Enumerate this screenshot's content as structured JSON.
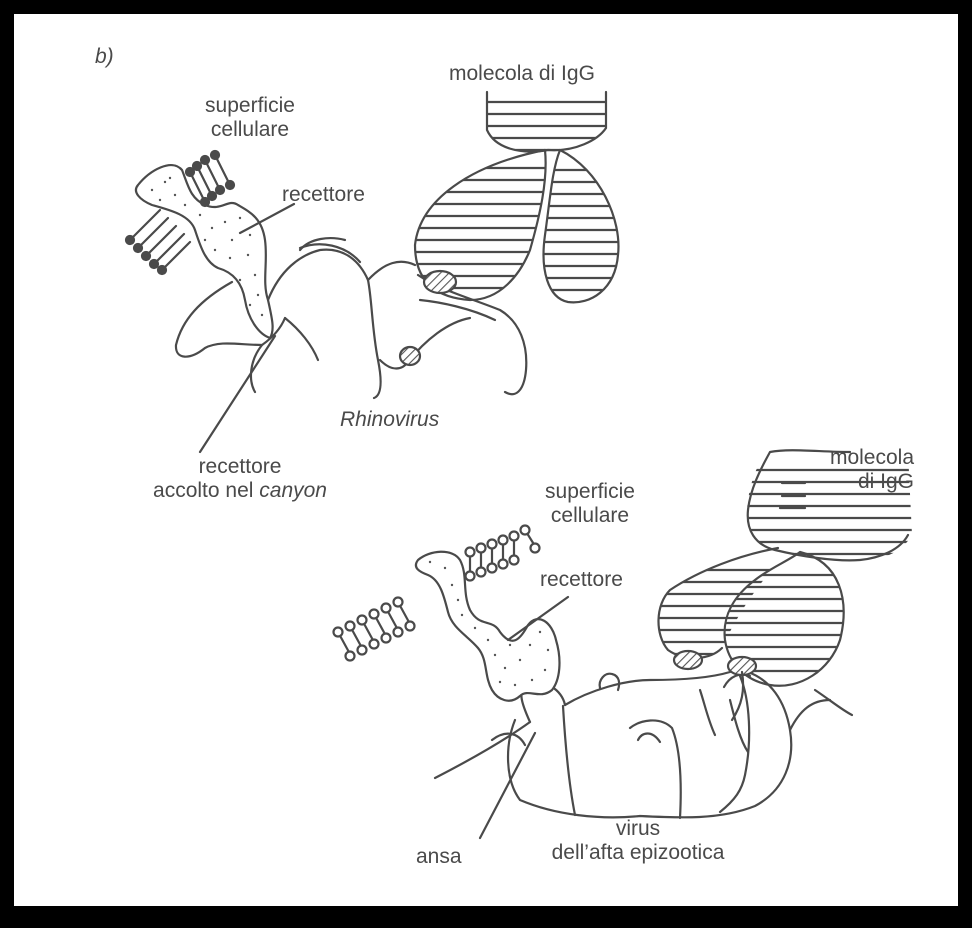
{
  "panel_label": "b)",
  "top": {
    "igg": "molecola di IgG",
    "surface_line1": "superficie",
    "surface_line2": "cellulare",
    "receptor": "recettore",
    "virus": "Rhinovirus",
    "canyon_line1": "recettore",
    "canyon_line2_prefix": "accolto nel",
    "canyon_line2_italic": "canyon"
  },
  "bottom": {
    "igg_line1": "molecola",
    "igg_line2": "di IgG",
    "surface_line1": "superficie",
    "surface_line2": "cellulare",
    "receptor": "recettore",
    "loop": "ansa",
    "virus_line1": "virus",
    "virus_line2": "dell’afta epizootica"
  },
  "colors": {
    "line": "#4a4a4a",
    "frame": "#000000",
    "background": "#ffffff"
  }
}
